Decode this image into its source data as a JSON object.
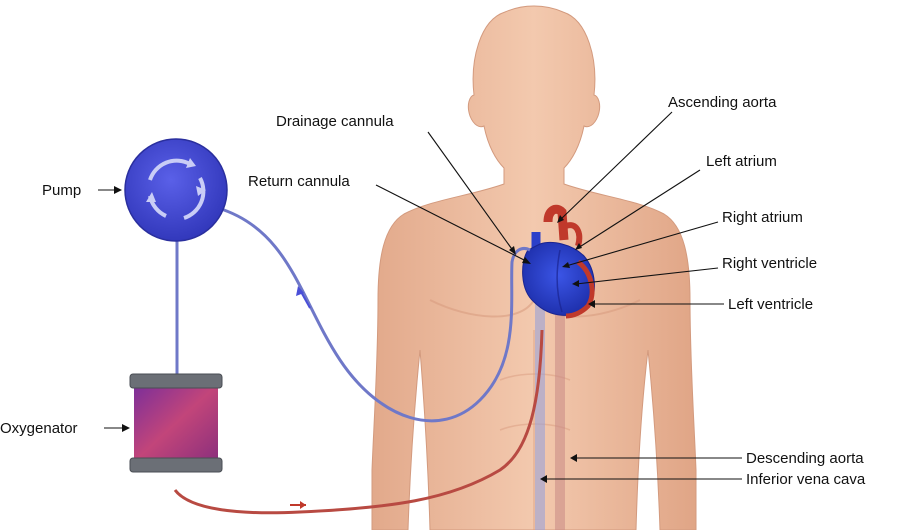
{
  "labels": {
    "pump": "Pump",
    "oxygenator": "Oxygenator",
    "drainage_cannula": "Drainage cannula",
    "return_cannula": "Return cannula",
    "ascending_aorta": "Ascending aorta",
    "left_atrium": "Left atrium",
    "right_atrium": "Right atrium",
    "right_ventricle": "Right ventricle",
    "left_ventricle": "Left ventricle",
    "descending_aorta": "Descending aorta",
    "inferior_vena_cava": "Inferior vena cava"
  },
  "colors": {
    "skin": "#f0c4a8",
    "skin_shade": "#d99c80",
    "pump": "#4a4fd8",
    "venous_blue": "#2b3fc9",
    "tube_blue": "#6f78c8",
    "arterial_red": "#c0392b",
    "tube_red": "#b84a42",
    "oxygenator_fill": "#b0407a"
  }
}
